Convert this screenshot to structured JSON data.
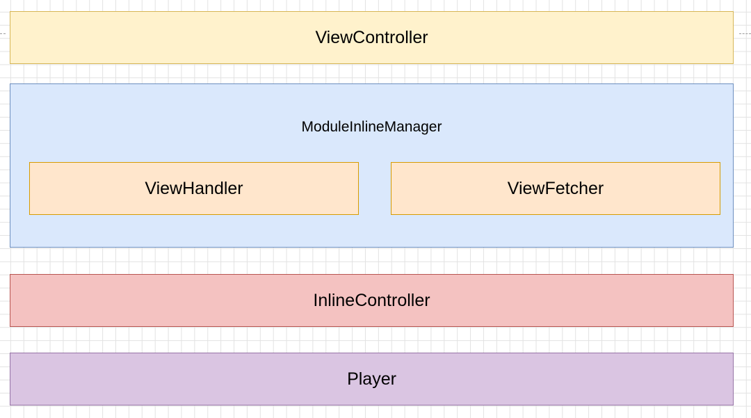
{
  "diagram": {
    "view_controller": "ViewController",
    "module_inline_manager": {
      "title": "ModuleInlineManager",
      "children": {
        "view_handler": "ViewHandler",
        "view_fetcher": "ViewFetcher"
      }
    },
    "inline_controller": "InlineController",
    "player": "Player"
  },
  "colors": {
    "view_controller": {
      "fill": "#fff2cc",
      "stroke": "#d6b656"
    },
    "module_inline_manager": {
      "fill": "#dae8fc",
      "stroke": "#6c8ebf"
    },
    "view_handler": {
      "fill": "#ffe6cc",
      "stroke": "#d79b00"
    },
    "view_fetcher": {
      "fill": "#ffe6cc",
      "stroke": "#d79b00"
    },
    "inline_controller": {
      "fill": "#f4c2c1",
      "stroke": "#b85450"
    },
    "player": {
      "fill": "#dac5e2",
      "stroke": "#9673a6"
    },
    "canvas_grid": "#e2e2e2"
  }
}
